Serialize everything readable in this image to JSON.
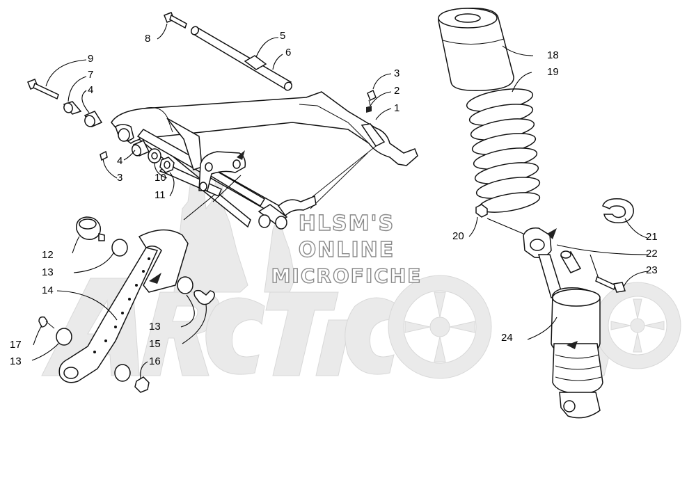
{
  "watermark": {
    "lines": [
      "HLSM'S",
      "ONLINE",
      "MICROFICHE"
    ],
    "brand_logo": "Arctic Cat"
  },
  "callouts": [
    {
      "id": "c8",
      "text": "8"
    },
    {
      "id": "c5",
      "text": "5"
    },
    {
      "id": "c6",
      "text": "6"
    },
    {
      "id": "c9",
      "text": "9"
    },
    {
      "id": "c7",
      "text": "7"
    },
    {
      "id": "c4a",
      "text": "4"
    },
    {
      "id": "c3a",
      "text": "3"
    },
    {
      "id": "c2",
      "text": "2"
    },
    {
      "id": "c1",
      "text": "1"
    },
    {
      "id": "c4b",
      "text": "4"
    },
    {
      "id": "c3b",
      "text": "3"
    },
    {
      "id": "c10",
      "text": "10"
    },
    {
      "id": "c11",
      "text": "11"
    },
    {
      "id": "c18",
      "text": "18"
    },
    {
      "id": "c19",
      "text": "19"
    },
    {
      "id": "c12",
      "text": "12"
    },
    {
      "id": "c13a",
      "text": "13"
    },
    {
      "id": "c14",
      "text": "14"
    },
    {
      "id": "c20",
      "text": "20"
    },
    {
      "id": "c21",
      "text": "21"
    },
    {
      "id": "c22",
      "text": "22"
    },
    {
      "id": "c23",
      "text": "23"
    },
    {
      "id": "c13b",
      "text": "13"
    },
    {
      "id": "c15",
      "text": "15"
    },
    {
      "id": "c17",
      "text": "17"
    },
    {
      "id": "c13c",
      "text": "13"
    },
    {
      "id": "c16",
      "text": "16"
    },
    {
      "id": "c24",
      "text": "24"
    }
  ]
}
